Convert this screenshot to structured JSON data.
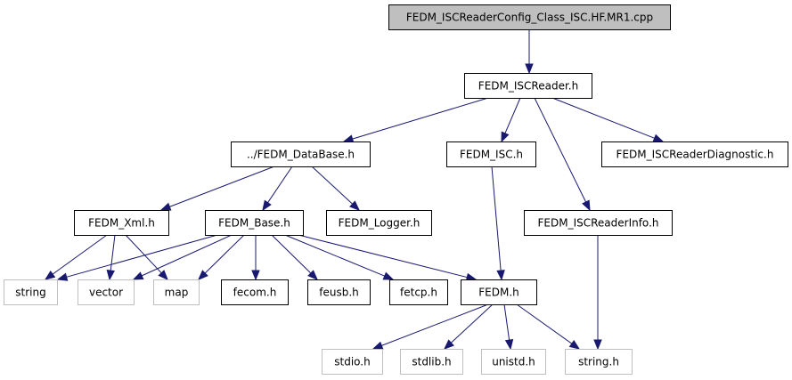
{
  "graph": {
    "nodes": [
      {
        "id": "cpp",
        "label": "FEDM_ISCReaderConfig_Class_ISC.HF.MR1.cpp",
        "kind": "root"
      },
      {
        "id": "reader",
        "label": "FEDM_ISCReader.h",
        "kind": "documented"
      },
      {
        "id": "database",
        "label": "../FEDM_DataBase.h",
        "kind": "documented"
      },
      {
        "id": "isc",
        "label": "FEDM_ISC.h",
        "kind": "documented"
      },
      {
        "id": "diag",
        "label": "FEDM_ISCReaderDiagnostic.h",
        "kind": "documented"
      },
      {
        "id": "xml",
        "label": "FEDM_Xml.h",
        "kind": "documented"
      },
      {
        "id": "base",
        "label": "FEDM_Base.h",
        "kind": "documented"
      },
      {
        "id": "logger",
        "label": "FEDM_Logger.h",
        "kind": "documented"
      },
      {
        "id": "info",
        "label": "FEDM_ISCReaderInfo.h",
        "kind": "documented"
      },
      {
        "id": "string",
        "label": "string",
        "kind": "external"
      },
      {
        "id": "vector",
        "label": "vector",
        "kind": "external"
      },
      {
        "id": "map",
        "label": "map",
        "kind": "external"
      },
      {
        "id": "fecom",
        "label": "fecom.h",
        "kind": "documented"
      },
      {
        "id": "feusb",
        "label": "feusb.h",
        "kind": "documented"
      },
      {
        "id": "fetcp",
        "label": "fetcp.h",
        "kind": "documented"
      },
      {
        "id": "fedm",
        "label": "FEDM.h",
        "kind": "documented"
      },
      {
        "id": "stdio",
        "label": "stdio.h",
        "kind": "external"
      },
      {
        "id": "stdlib",
        "label": "stdlib.h",
        "kind": "external"
      },
      {
        "id": "unistd",
        "label": "unistd.h",
        "kind": "external"
      },
      {
        "id": "stringh",
        "label": "string.h",
        "kind": "external"
      }
    ],
    "edges": [
      {
        "from": "cpp",
        "to": "reader"
      },
      {
        "from": "reader",
        "to": "database"
      },
      {
        "from": "reader",
        "to": "isc"
      },
      {
        "from": "reader",
        "to": "info"
      },
      {
        "from": "reader",
        "to": "diag"
      },
      {
        "from": "database",
        "to": "xml"
      },
      {
        "from": "database",
        "to": "base"
      },
      {
        "from": "database",
        "to": "logger"
      },
      {
        "from": "isc",
        "to": "fedm"
      },
      {
        "from": "info",
        "to": "stringh"
      },
      {
        "from": "xml",
        "to": "string"
      },
      {
        "from": "xml",
        "to": "vector"
      },
      {
        "from": "xml",
        "to": "map"
      },
      {
        "from": "base",
        "to": "string"
      },
      {
        "from": "base",
        "to": "vector"
      },
      {
        "from": "base",
        "to": "map"
      },
      {
        "from": "base",
        "to": "fecom"
      },
      {
        "from": "base",
        "to": "feusb"
      },
      {
        "from": "base",
        "to": "fetcp"
      },
      {
        "from": "base",
        "to": "fedm"
      },
      {
        "from": "fedm",
        "to": "stdio"
      },
      {
        "from": "fedm",
        "to": "stdlib"
      },
      {
        "from": "fedm",
        "to": "unistd"
      },
      {
        "from": "fedm",
        "to": "stringh"
      }
    ],
    "colors": {
      "edge": "#191970",
      "root_fill": "#bfbfbf",
      "node_border": "#000000",
      "external_border": "#bfbfbf"
    }
  }
}
